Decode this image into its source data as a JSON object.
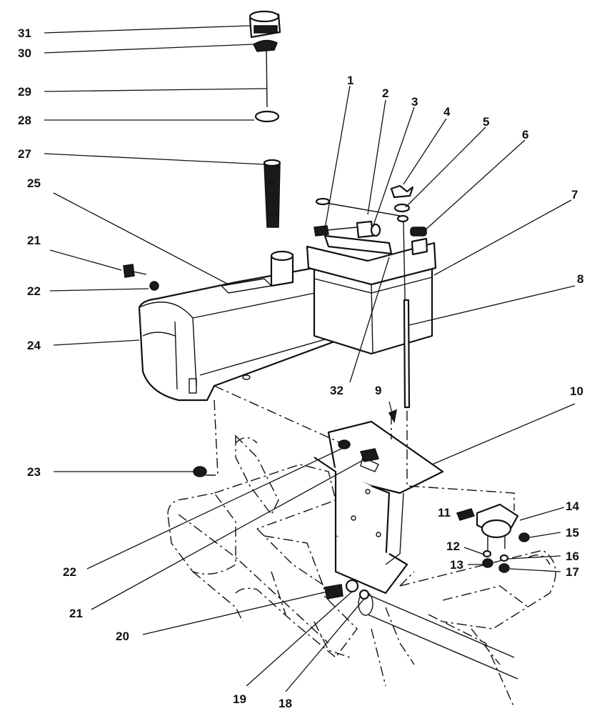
{
  "colors": {
    "ink": "#111111",
    "paper": "#ffffff"
  },
  "callouts": [
    "1",
    "2",
    "3",
    "4",
    "5",
    "6",
    "7",
    "8",
    "9",
    "10",
    "11",
    "12",
    "13",
    "14",
    "15",
    "16",
    "17",
    "18",
    "19",
    "20",
    "21",
    "21",
    "22",
    "22",
    "23",
    "24",
    "25",
    "27",
    "28",
    "29",
    "30",
    "31",
    "32"
  ],
  "labels": {
    "c1": "1",
    "c2": "2",
    "c3": "3",
    "c4": "4",
    "c5": "5",
    "c6": "6",
    "c7": "7",
    "c8": "8",
    "c9": "9",
    "c10": "10",
    "c11": "11",
    "c12": "12",
    "c13": "13",
    "c14": "14",
    "c15": "15",
    "c16": "16",
    "c17": "17",
    "c18": "18",
    "c19": "19",
    "c20": "20",
    "c21a": "21",
    "c21b": "21",
    "c22a": "22",
    "c22b": "22",
    "c23": "23",
    "c24": "24",
    "c25": "25",
    "c27": "27",
    "c28": "28",
    "c29": "29",
    "c30": "30",
    "c31": "31",
    "c32": "32"
  },
  "icons": [
    "fuel-tank",
    "battery",
    "battery-bracket",
    "fuel-cap",
    "dipstick-tube",
    "solenoid",
    "tractor-frame"
  ]
}
